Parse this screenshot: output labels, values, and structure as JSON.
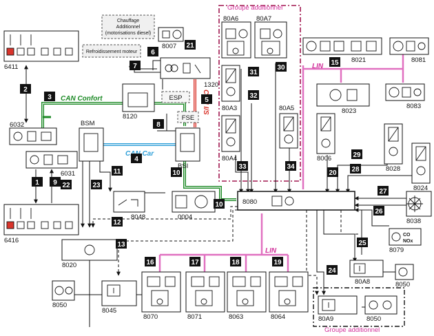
{
  "colors": {
    "can_confort": "#1d8a26",
    "can_car": "#2e9fd8",
    "can_is": "#d9342b",
    "lin": "#e070c0",
    "group": "#a0164e",
    "badge": "#111111"
  },
  "labels": {
    "group_top": "Groupe additionnel",
    "group_bottom": "Groupe additionnel",
    "can_confort": "CAN Confort",
    "can_car": "CAN Car",
    "can_is": "CAN I/S",
    "lin_top": "LIN",
    "lin_bottom": "LIN",
    "bsm": "BSM",
    "bsi": "BSI",
    "esp": "ESP",
    "fse": "FSE",
    "note_heater": "Chauffage Additionnel (motorisations diesel)",
    "note_heater_1": "Chauffage",
    "note_heater_2": "Additionnel",
    "note_heater_3": "(motorisations diesel)",
    "note_cooling": "Refroidissement moteur",
    "co": "CO",
    "nox": "NOx"
  },
  "components": {
    "c6411": "6411",
    "c6032": "6032",
    "c6031": "6031",
    "c6416": "6416",
    "c8007": "8007",
    "c1320": "1320",
    "c8120": "8120",
    "c80A6": "80A6",
    "c80A7": "80A7",
    "c80A3": "80A3",
    "c80A4": "80A4",
    "c80A5": "80A5",
    "c8021": "8021",
    "c8081": "8081",
    "c8023": "8023",
    "c8083": "8083",
    "c8006": "8006",
    "c8028": "8028",
    "c8024": "8024",
    "c8080": "8080",
    "c0004": "0004",
    "c8048": "8048",
    "c8020": "8020",
    "c8038": "8038",
    "c8079": "8079",
    "c80A8": "80A8",
    "c8050a": "8050",
    "c8050b": "8050",
    "c8050c": "8050",
    "c80A9": "80A9",
    "c8045": "8045",
    "c8070": "8070",
    "c8071": "8071",
    "c8063": "8063",
    "c8064": "8064"
  },
  "links": {
    "n1": "1",
    "n2": "2",
    "n3": "3",
    "n4": "4",
    "n5": "5",
    "n6": "6",
    "n7": "7",
    "n8": "8",
    "n9": "9",
    "n10a": "10",
    "n10b": "10",
    "n11": "11",
    "n12": "12",
    "n13": "13",
    "n15": "15",
    "n16": "16",
    "n17": "17",
    "n18": "18",
    "n19": "19",
    "n20": "20",
    "n21": "21",
    "n22": "22",
    "n23": "23",
    "n24": "24",
    "n25": "25",
    "n26": "26",
    "n27": "27",
    "n28": "28",
    "n29": "29",
    "n30": "30",
    "n31": "31",
    "n32": "32",
    "n33": "33",
    "n34": "34"
  }
}
